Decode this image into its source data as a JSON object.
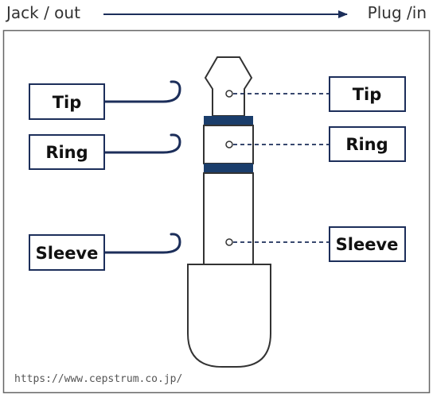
{
  "header": {
    "left": "Jack / out",
    "right": "Plug /in"
  },
  "jack_labels": {
    "tip": "Tip",
    "ring": "Ring",
    "sleeve": "Sleeve"
  },
  "plug_labels": {
    "tip": "Tip",
    "ring": "Ring",
    "sleeve": "Sleeve"
  },
  "footer": {
    "url": "https://www.cepstrum.co.jp/"
  },
  "colors": {
    "navy": "#1c2e5a",
    "band": "#1a3d6b",
    "outline": "#333333"
  }
}
